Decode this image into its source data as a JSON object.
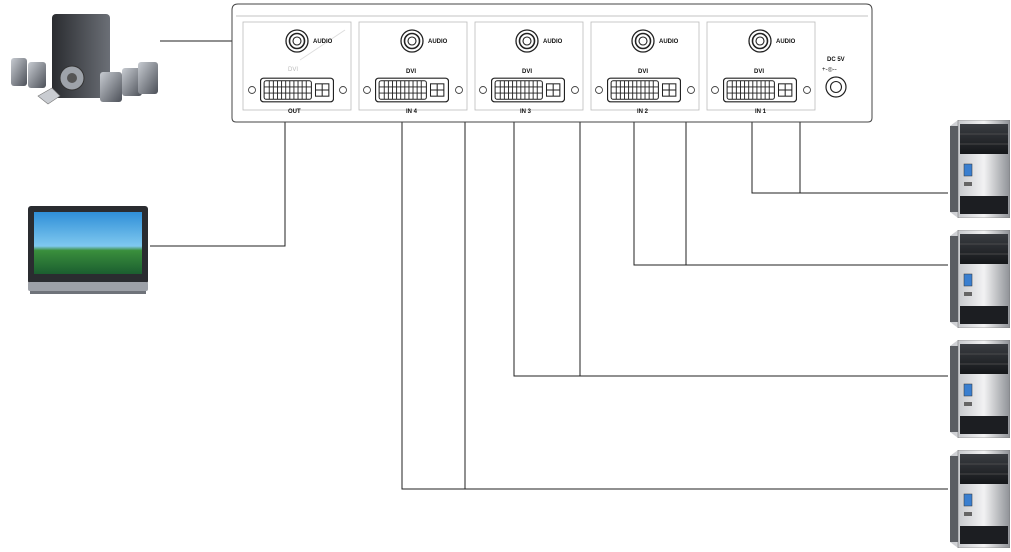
{
  "panel": {
    "audio_label": "AUDIO",
    "dvi_label": "DVI",
    "ports": [
      {
        "name": "out",
        "label": "OUT"
      },
      {
        "name": "in4",
        "label": "IN 4"
      },
      {
        "name": "in3",
        "label": "IN 3"
      },
      {
        "name": "in2",
        "label": "IN 2"
      },
      {
        "name": "in1",
        "label": "IN 1"
      }
    ],
    "power": {
      "label": "DC 5V",
      "polarity": "+-◎--"
    }
  },
  "devices": {
    "speaker": "speaker-system-icon",
    "monitor": "monitor-icon",
    "computers": [
      "computer-tower-icon",
      "computer-tower-icon",
      "computer-tower-icon",
      "computer-tower-icon"
    ]
  }
}
